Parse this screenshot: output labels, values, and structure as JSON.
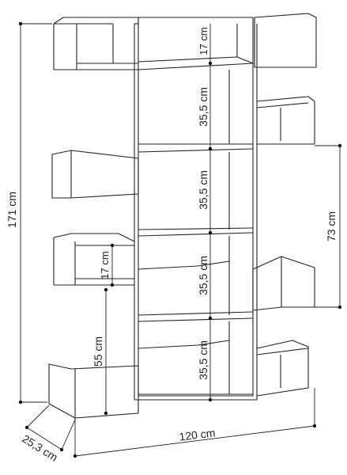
{
  "dimensions": {
    "total_height": "171 cm",
    "total_width": "120 cm",
    "depth": "25,3 cm",
    "compartment_height": "35,5 cm",
    "top_compartment": "17 cm",
    "side_box_height": "17 cm",
    "right_span": "73 cm",
    "bottom_span": "55 cm"
  }
}
